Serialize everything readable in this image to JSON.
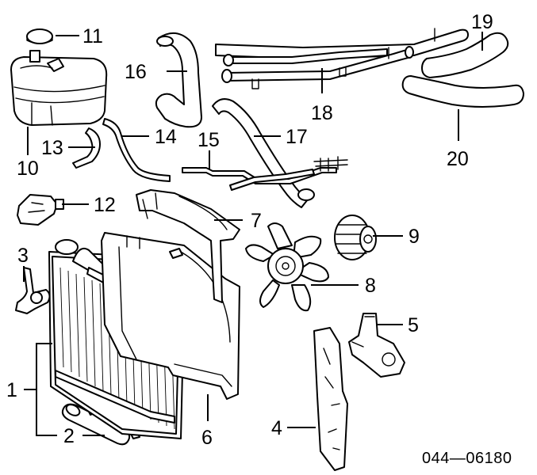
{
  "diagram": {
    "callouts": [
      {
        "id": "1",
        "text": "1"
      },
      {
        "id": "2",
        "text": "2"
      },
      {
        "id": "3",
        "text": "3"
      },
      {
        "id": "4",
        "text": "4"
      },
      {
        "id": "5",
        "text": "5"
      },
      {
        "id": "6",
        "text": "6"
      },
      {
        "id": "7",
        "text": "7"
      },
      {
        "id": "8",
        "text": "8"
      },
      {
        "id": "9",
        "text": "9"
      },
      {
        "id": "10",
        "text": "10"
      },
      {
        "id": "11",
        "text": "11"
      },
      {
        "id": "12",
        "text": "12"
      },
      {
        "id": "13",
        "text": "13"
      },
      {
        "id": "14",
        "text": "14"
      },
      {
        "id": "15",
        "text": "15"
      },
      {
        "id": "16",
        "text": "16"
      },
      {
        "id": "17",
        "text": "17"
      },
      {
        "id": "18",
        "text": "18"
      },
      {
        "id": "19",
        "text": "19"
      },
      {
        "id": "20",
        "text": "20"
      }
    ],
    "diagram_code": "044—06180"
  }
}
